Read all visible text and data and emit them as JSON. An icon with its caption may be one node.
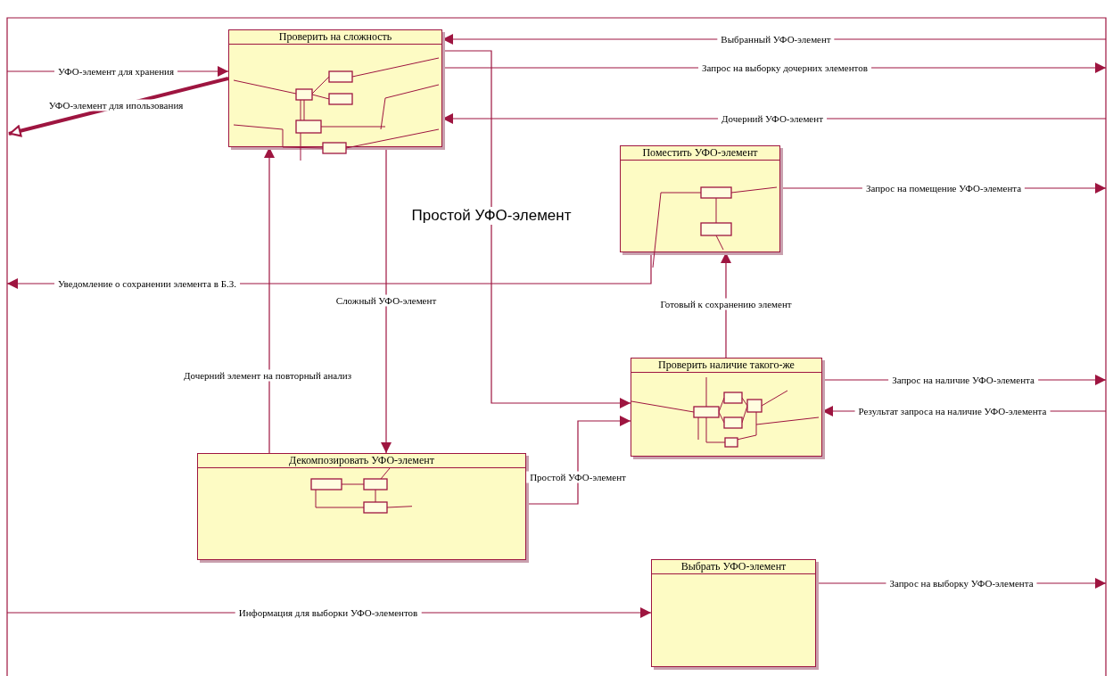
{
  "diagram": {
    "nodes": [
      {
        "text": [
          "Проверить на сложность"
        ]
      },
      {
        "text": [
          "Поместить УФО-элемент"
        ]
      },
      {
        "text": [
          "Проверить наличие такого-же"
        ]
      },
      {
        "text": [
          "Декомпозировать УФО-элемент"
        ]
      },
      {
        "text": [
          "Выбрать УФО-элемент"
        ]
      }
    ],
    "edges": [
      {
        "from": null,
        "to": 0,
        "arrow": "to",
        "label": "Выбранный УФО-элемент"
      },
      {
        "from": 0,
        "to": null,
        "arrow": "to",
        "label": "Запрос на выборку дочерних элементов"
      },
      {
        "from": null,
        "to": 0,
        "arrow": "to",
        "label": "Дочерний УФО-элемент"
      },
      {
        "from": null,
        "to": 0,
        "arrow": "to",
        "label": "УФО-элемент для хранения"
      },
      {
        "from": 0,
        "to": null,
        "arrow": "to",
        "label": "УФО-элемент для ипользования",
        "style": "thick"
      },
      {
        "from": 1,
        "to": null,
        "arrow": "to",
        "label": "Запрос на помещение УФО-элемента"
      },
      {
        "from": 1,
        "to": null,
        "arrow": "to",
        "label": "Уведомление о сохранении элемента в Б.З."
      },
      {
        "from": 2,
        "to": 1,
        "arrow": "to",
        "label": "Готовый к сохранению элемент"
      },
      {
        "from": 0,
        "to": 2,
        "arrow": "to",
        "label": "Простой УФО-элемент"
      },
      {
        "from": 0,
        "to": 3,
        "arrow": "to",
        "label": "Сложный УФО-элемент"
      },
      {
        "from": 3,
        "to": 0,
        "arrow": "to",
        "label": "Дочерний элемент на повторный анализ"
      },
      {
        "from": 3,
        "to": 2,
        "arrow": "to",
        "label": "Простой УФО-элемент"
      },
      {
        "from": 2,
        "to": null,
        "arrow": "to",
        "label": "Запрос на наличие УФО-элемента"
      },
      {
        "from": null,
        "to": 2,
        "arrow": "to",
        "label": "Результат запроса на наличие УФО-элемента"
      },
      {
        "from": null,
        "to": 4,
        "arrow": "to",
        "label": "Информация для выборки УФО-элементов"
      },
      {
        "from": 4,
        "to": null,
        "arrow": "to",
        "label": "Запрос на выборку УФО-элемента"
      }
    ]
  }
}
